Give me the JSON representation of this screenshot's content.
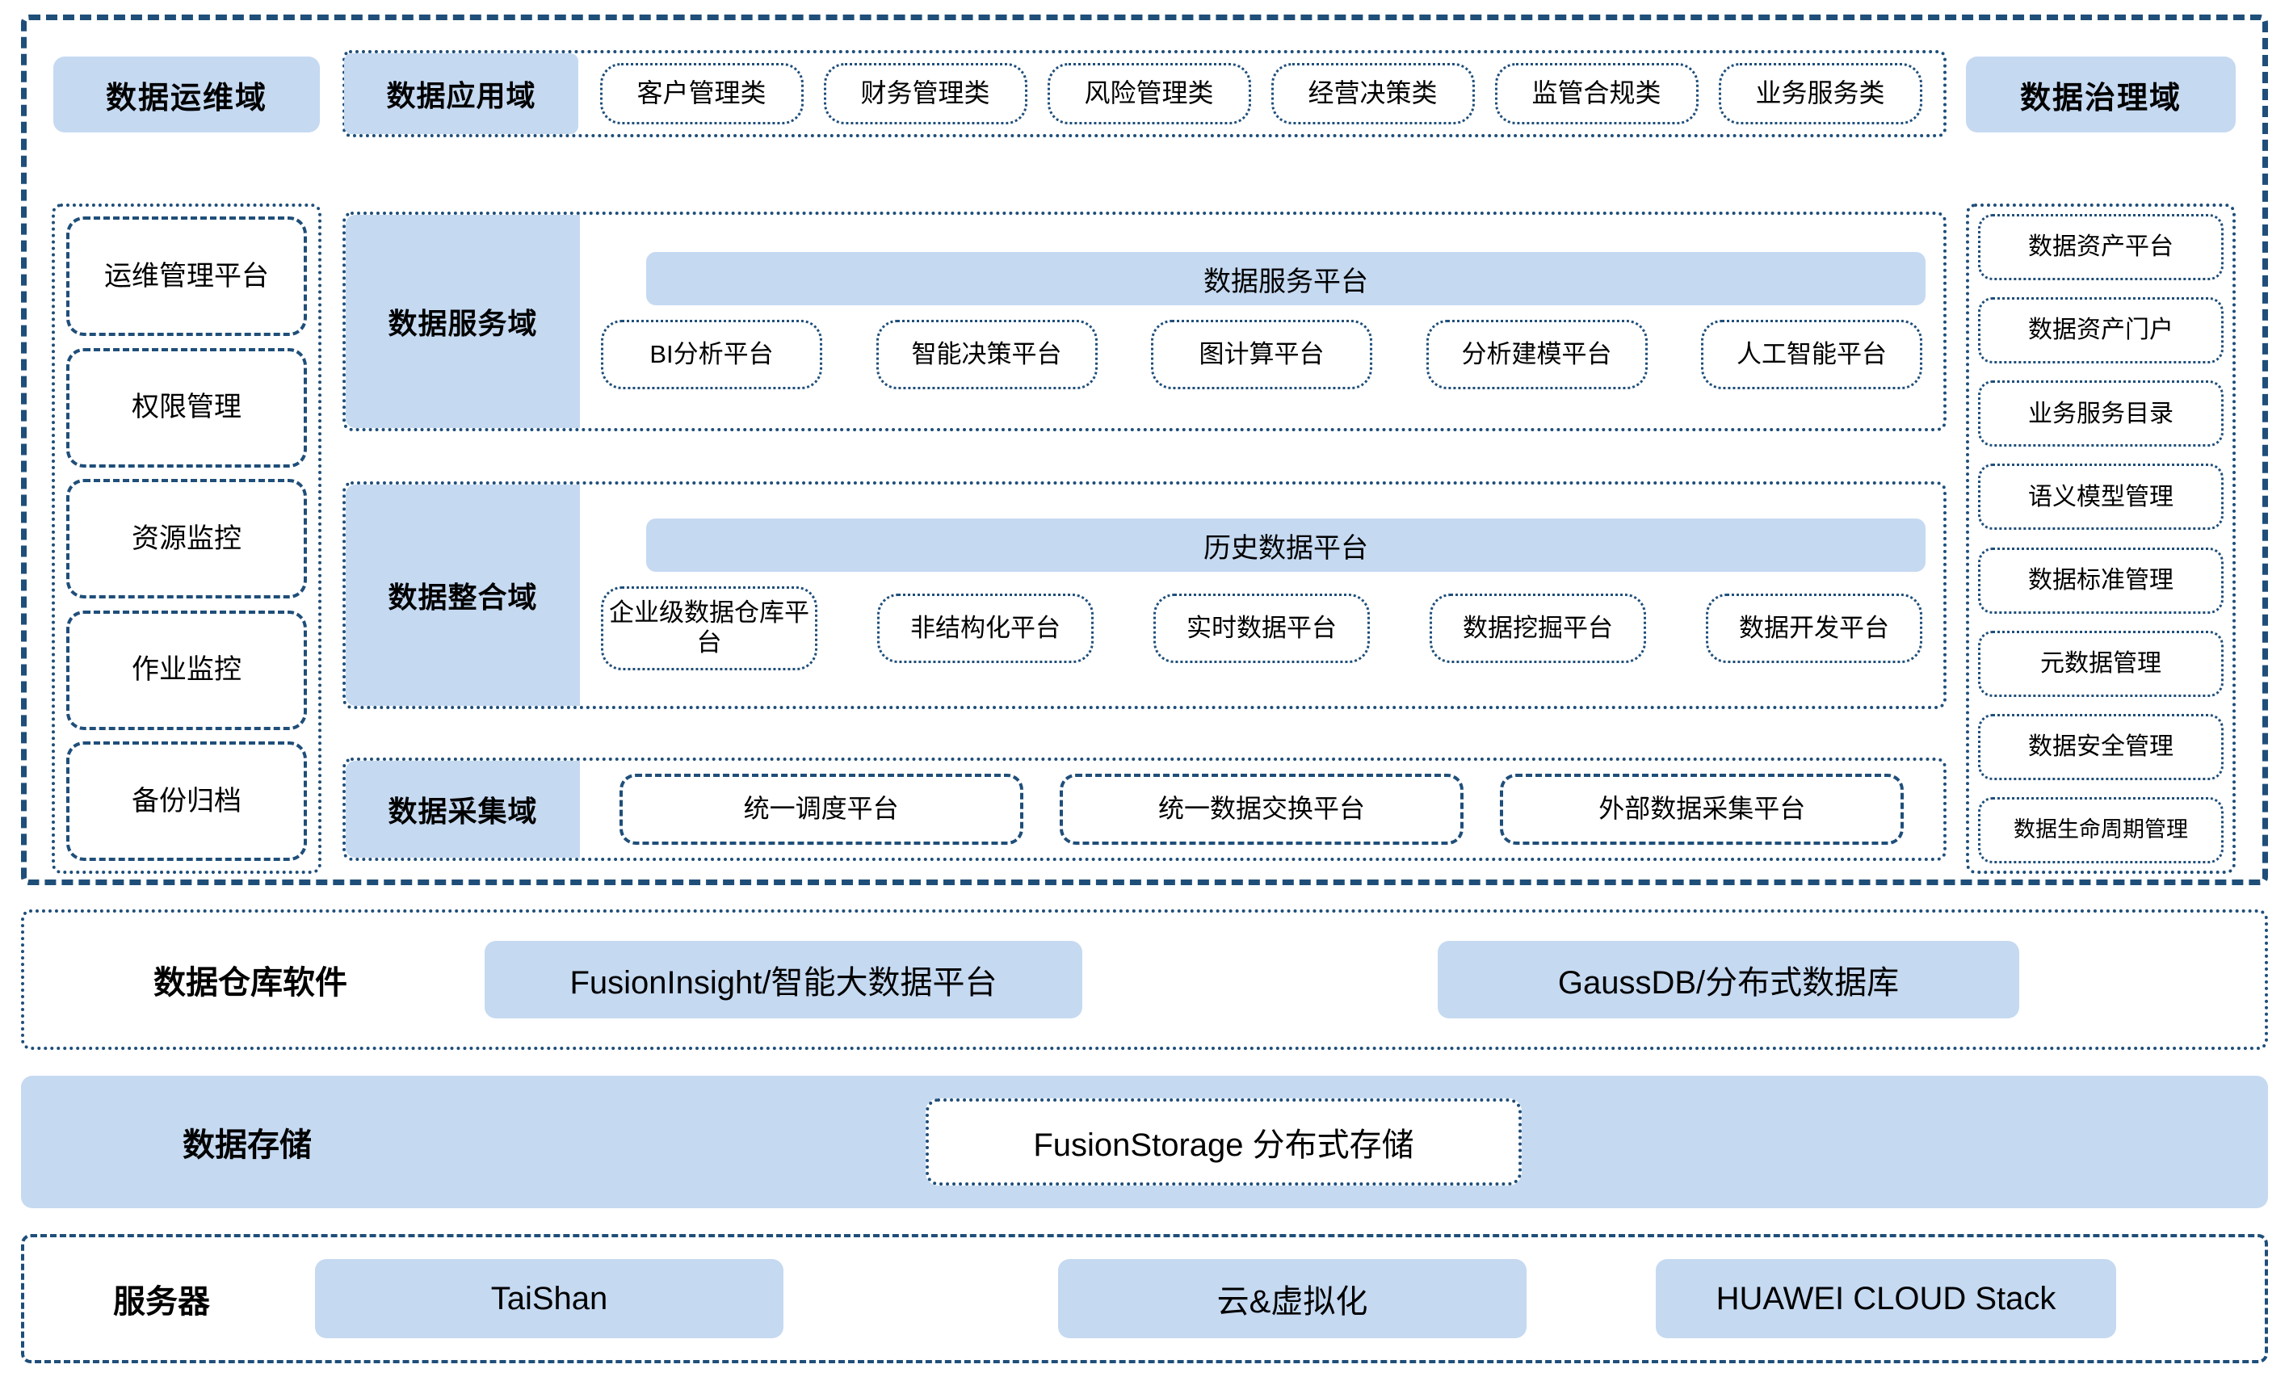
{
  "platform": {
    "ops_domain": {
      "title": "数据运维域",
      "items": [
        {
          "label": "运维管理平台"
        },
        {
          "label": "权限管理"
        },
        {
          "label": "资源监控"
        },
        {
          "label": "作业监控"
        },
        {
          "label": "备份归档"
        }
      ]
    },
    "app_domain": {
      "title": "数据应用域",
      "categories": [
        {
          "label": "客户管理类"
        },
        {
          "label": "财务管理类"
        },
        {
          "label": "风险管理类"
        },
        {
          "label": "经营决策类"
        },
        {
          "label": "监管合规类"
        },
        {
          "label": "业务服务类"
        }
      ]
    },
    "governance_domain": {
      "title": "数据治理域",
      "items": [
        {
          "label": "数据资产平台"
        },
        {
          "label": "数据资产门户"
        },
        {
          "label": "业务服务目录"
        },
        {
          "label": "语义模型管理"
        },
        {
          "label": "数据标准管理"
        },
        {
          "label": "元数据管理"
        },
        {
          "label": "数据安全管理"
        },
        {
          "label": "数据生命周期管理"
        }
      ]
    },
    "service_domain": {
      "title": "数据服务域",
      "banner": "数据服务平台",
      "items": [
        {
          "label": "BI分析平台"
        },
        {
          "label": "智能决策平台"
        },
        {
          "label": "图计算平台"
        },
        {
          "label": "分析建模平台"
        },
        {
          "label": "人工智能平台"
        }
      ]
    },
    "integration_domain": {
      "title": "数据整合域",
      "banner": "历史数据平台",
      "items": [
        {
          "label": "企业级数据仓库平台"
        },
        {
          "label": "非结构化平台"
        },
        {
          "label": "实时数据平台"
        },
        {
          "label": "数据挖掘平台"
        },
        {
          "label": "数据开发平台"
        }
      ]
    },
    "collection_domain": {
      "title": "数据采集域",
      "items": [
        {
          "label": "统一调度平台"
        },
        {
          "label": "统一数据交换平台"
        },
        {
          "label": "外部数据采集平台"
        }
      ]
    }
  },
  "warehouse_layer": {
    "label": "数据仓库软件",
    "chips": [
      {
        "label": "FusionInsight/智能大数据平台"
      },
      {
        "label": "GaussDB/分布式数据库"
      }
    ]
  },
  "storage_layer": {
    "label": "数据存储",
    "chips": [
      {
        "label": "FusionStorage 分布式存储"
      }
    ]
  },
  "server_layer": {
    "label": "服务器",
    "chips": [
      {
        "label": "TaiShan"
      },
      {
        "label": "云&虚拟化"
      },
      {
        "label": "HUAWEI CLOUD Stack"
      }
    ]
  },
  "colors": {
    "accent_fill": "#c5d9f1",
    "border": "#1f4e79",
    "background": "#ffffff",
    "text": "#000000"
  }
}
